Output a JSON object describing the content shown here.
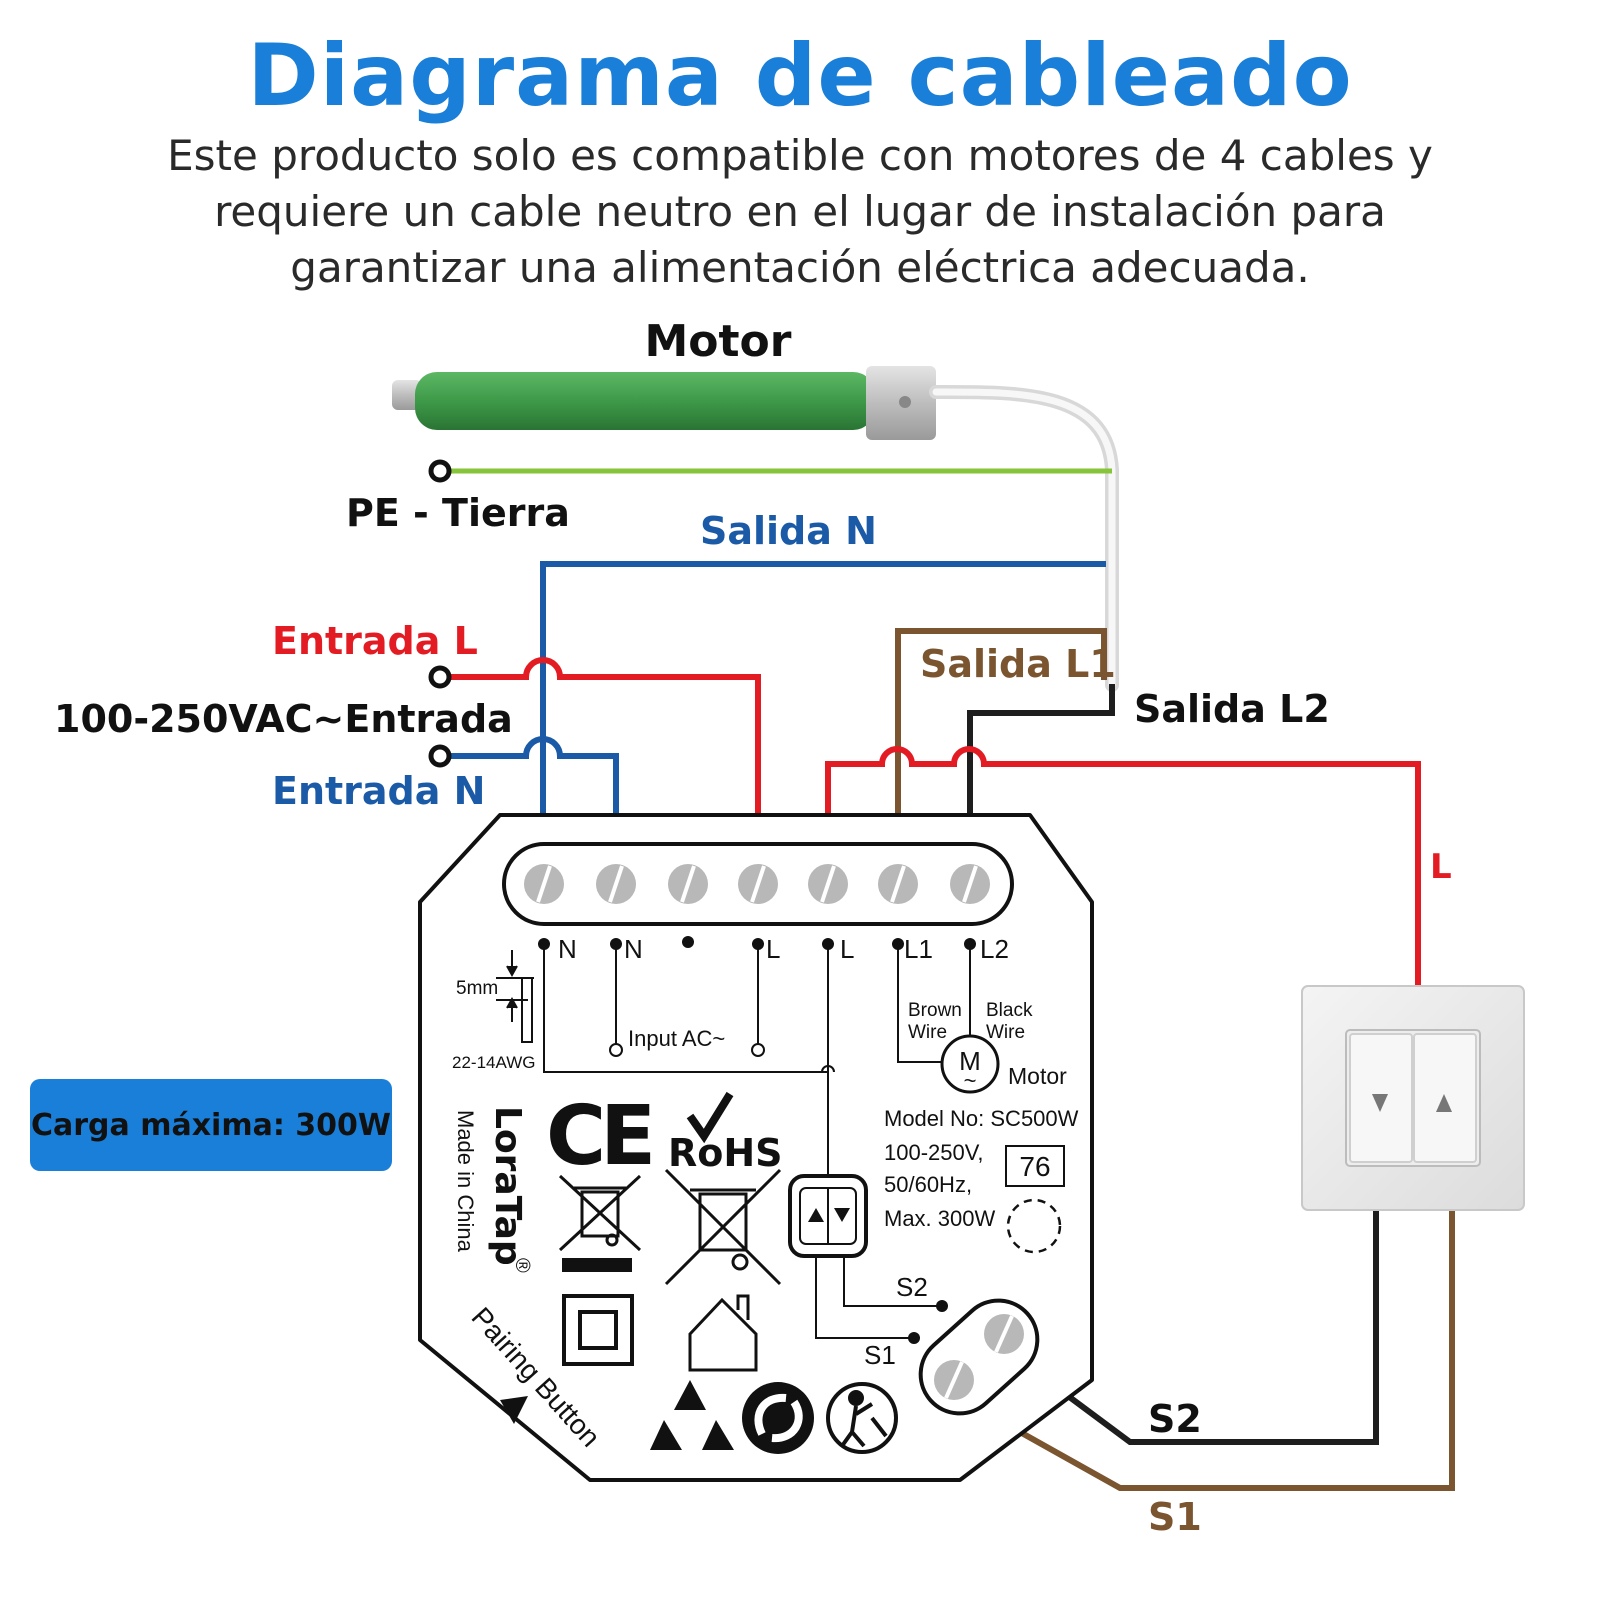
{
  "header": {
    "title": "Diagrama de cableado",
    "subtitle": "Este producto solo es compatible con motores de 4 cables y requiere un cable neutro en el lugar de instalación para garantizar una alimentación eléctrica adecuada."
  },
  "labels": {
    "motor": "Motor",
    "pe": "PE - Tierra",
    "salida_n": "Salida N",
    "entrada_l": "Entrada L",
    "input": "100-250VAC~Entrada",
    "entrada_n": "Entrada N",
    "salida_l1": "Salida L1",
    "salida_l2": "Salida L2",
    "l_side": "L",
    "s2": "S2",
    "s1": "S1"
  },
  "device": {
    "terminals": [
      "N",
      "N",
      "L",
      "L",
      "L1",
      "L2"
    ],
    "strip": "5mm",
    "awg": "22-14AWG",
    "input_ac": "Input  AC~",
    "brown": "Brown",
    "brown_wire": "Wire",
    "black": "Black",
    "black_wire": "Wire",
    "motor_m": "M",
    "motor_tilde": "~",
    "motor_label": "Motor",
    "model": "Model No: SC500W",
    "voltage": "100-250V,",
    "freq": "50/60Hz,",
    "max": "Max. 300W",
    "ip": "76",
    "brand": "LoraTap",
    "reg": "®",
    "made": "Made in China",
    "ce": "CE",
    "rohs": "RoHS",
    "pairing": "Pairing Button",
    "s2": "S2",
    "s1": "S1"
  },
  "badge": {
    "text": "Carga máxima: 300W"
  },
  "colors": {
    "title": "#1a7fd8",
    "red": "#e31b23",
    "blue": "#1a5aa6",
    "brown": "#7a5530",
    "black": "#1e1e1e",
    "pe_green": "#86c43a",
    "motor_green": "#3e9a48"
  }
}
